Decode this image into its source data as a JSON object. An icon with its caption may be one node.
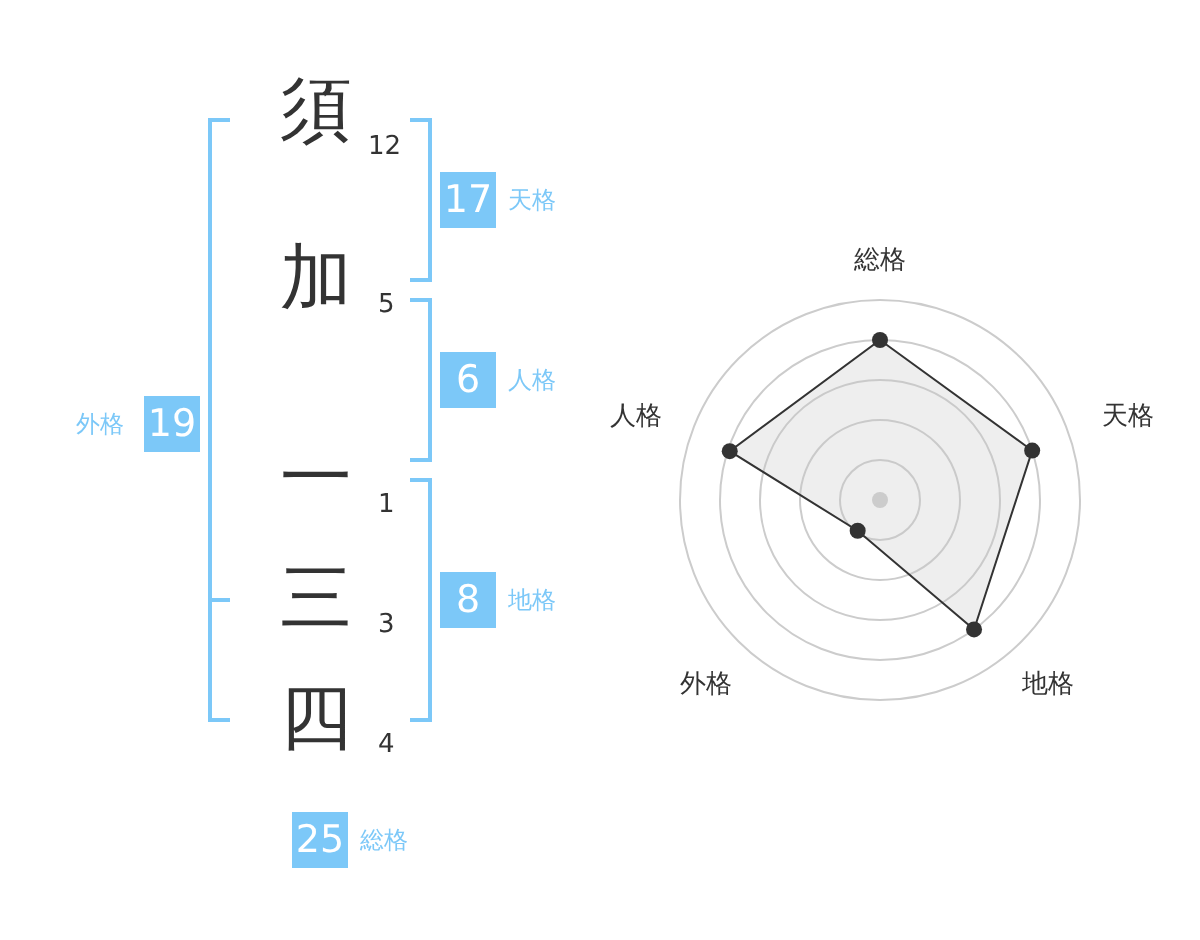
{
  "diagram": {
    "nodes": [
      {
        "text": [
          "17"
        ],
        "beside": [
          "天格"
        ]
      },
      {
        "text": [
          "6"
        ],
        "beside": [
          "人格"
        ]
      },
      {
        "text": [
          "19"
        ],
        "beside": [
          "外格"
        ]
      },
      {
        "text": [
          "8"
        ],
        "beside": [
          "地格"
        ]
      },
      {
        "text": [
          "25"
        ],
        "beside": [
          "総格"
        ]
      }
    ],
    "labels": [
      "須",
      "12",
      "加",
      "5",
      "一",
      "1",
      "三",
      "3",
      "四",
      "4",
      "総格",
      "人格",
      "天格",
      "外格",
      "地格"
    ]
  }
}
